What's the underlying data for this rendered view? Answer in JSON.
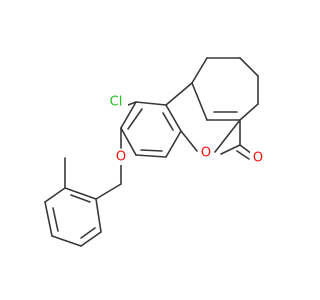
{
  "molecule": {
    "atoms": [
      {
        "id": "cl",
        "symbol": "Cl",
        "color": "#1fc21f"
      },
      {
        "id": "o_ether",
        "symbol": "O",
        "color": "#ff0d0d"
      },
      {
        "id": "o_ring",
        "symbol": "O",
        "color": "#ff0d0d"
      },
      {
        "id": "o_carbonyl",
        "symbol": "O",
        "color": "#ff0d0d"
      }
    ],
    "bond_color": "#383838",
    "background": "#ffffff"
  }
}
